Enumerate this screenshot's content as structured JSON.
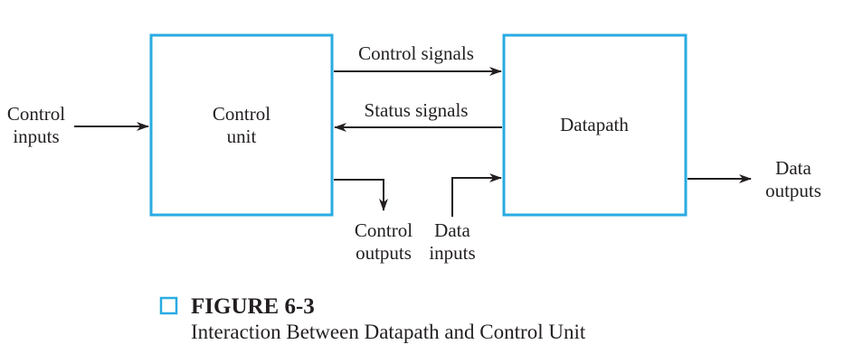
{
  "blocks": {
    "control_unit": {
      "line1": "Control",
      "line2": "unit"
    },
    "datapath": {
      "label": "Datapath"
    }
  },
  "signals": {
    "control_inputs": {
      "line1": "Control",
      "line2": "inputs"
    },
    "control_signals": "Control signals",
    "status_signals": "Status signals",
    "control_outputs": {
      "line1": "Control",
      "line2": "outputs"
    },
    "data_inputs": {
      "line1": "Data",
      "line2": "inputs"
    },
    "data_outputs": {
      "line1": "Data",
      "line2": "outputs"
    }
  },
  "caption": {
    "number": "FIGURE 6-3",
    "title": "Interaction Between Datapath and Control Unit"
  },
  "colors": {
    "block_border": "#29abe2",
    "line": "#231f20",
    "text": "#231f20"
  }
}
